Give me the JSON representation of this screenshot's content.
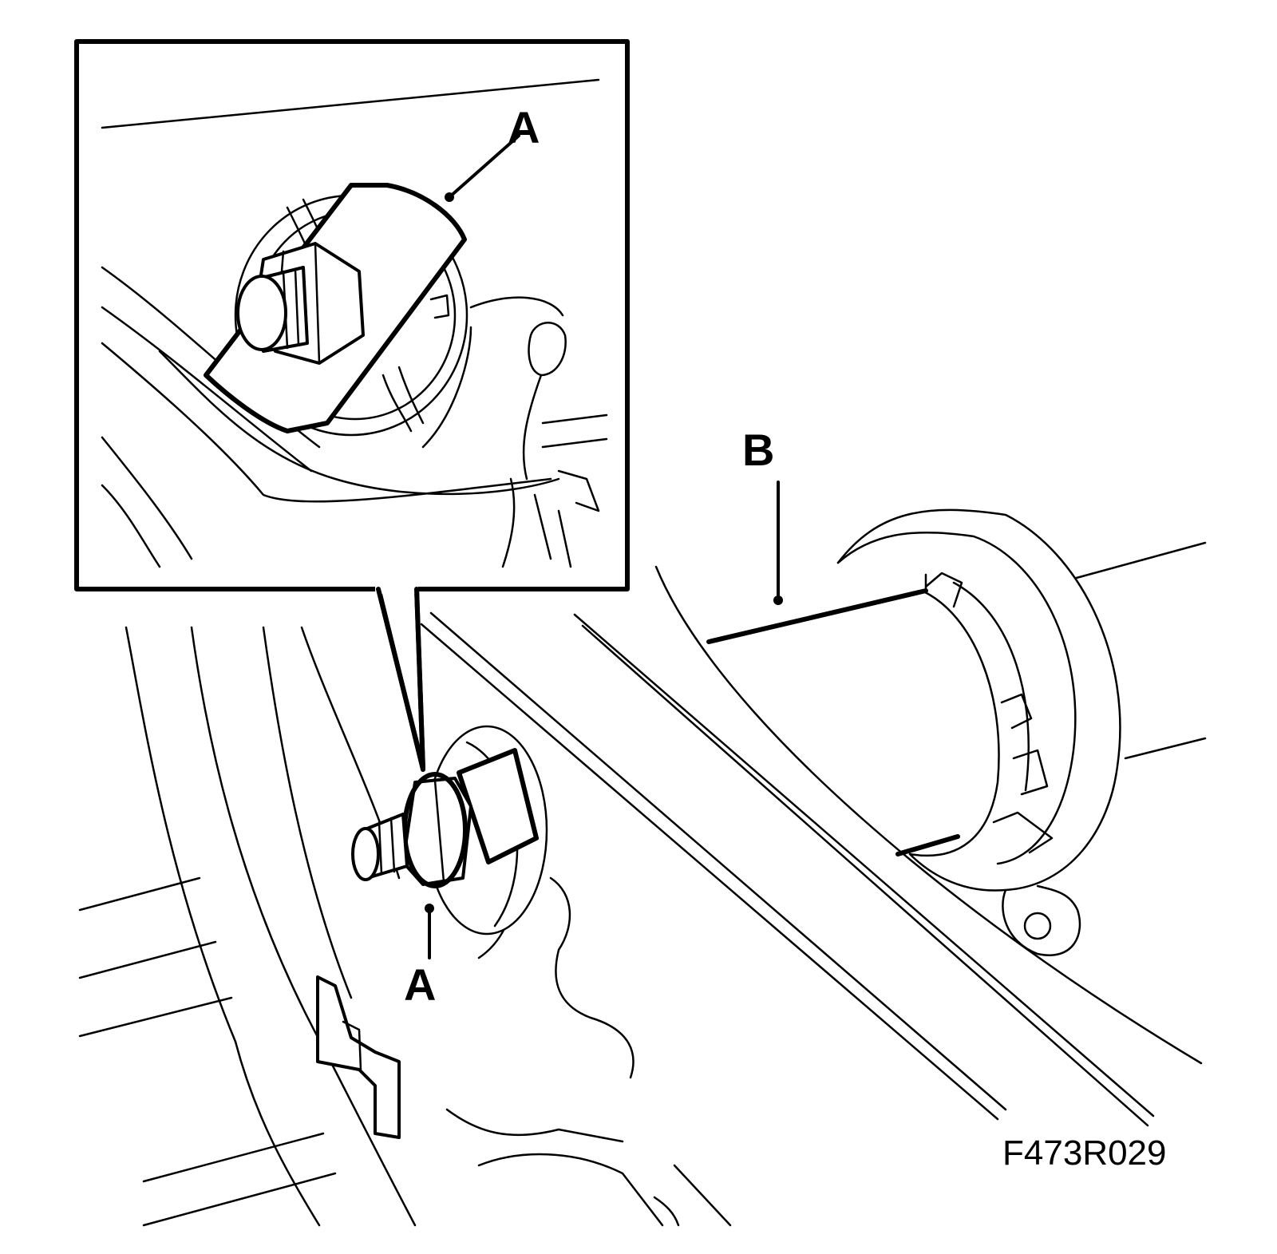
{
  "labels": {
    "part_a_top": "A",
    "part_a_bottom": "A",
    "part_b": "B"
  },
  "figure_code": "F473R029"
}
